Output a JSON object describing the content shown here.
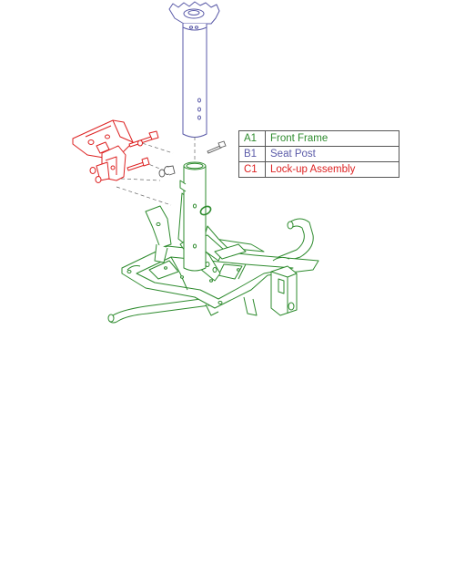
{
  "colors": {
    "frame": "#2e8b2e",
    "seat_post": "#5a5aa8",
    "lockup": "#dd2222",
    "line": "#555555",
    "background": "#ffffff"
  },
  "legend": [
    {
      "code": "A1",
      "label": "Front Frame",
      "color": "#2e8b2e"
    },
    {
      "code": "B1",
      "label": "Seat Post",
      "color": "#5a5aa8"
    },
    {
      "code": "C1",
      "label": "Lock-up Assembly",
      "color": "#dd2222"
    }
  ]
}
